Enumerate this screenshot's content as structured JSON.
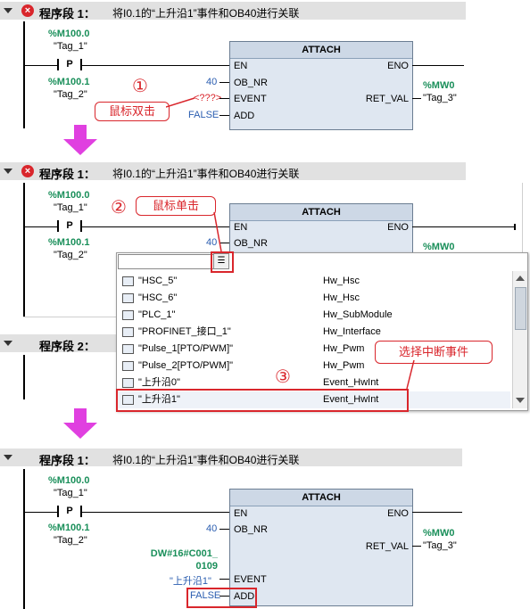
{
  "seg1": {
    "label": "程序段 1：",
    "title": "将I0.1的“上升沿1”事件和OB40进行关联"
  },
  "seg2": {
    "label": "程序段 1：",
    "title": "将I0.1的“上升沿1”事件和OB40进行关联"
  },
  "seg3": {
    "label": "程序段 2：",
    "title": ""
  },
  "seg4": {
    "label": "程序段 1：",
    "title": "将I0.1的“上升沿1”事件和OB40进行关联"
  },
  "tags": {
    "m1000_addr": "%M100.0",
    "m1000_name": "\"Tag_1\"",
    "m1001_addr": "%M100.1",
    "m1001_name": "\"Tag_2\"",
    "mw0_addr": "%MW0",
    "mw0_name": "\"Tag_3\"",
    "contact": "P"
  },
  "block": {
    "title": "ATTACH",
    "en": "EN",
    "eno": "ENO",
    "ob_nr": "OB_NR",
    "event": "EVENT",
    "add": "ADD",
    "ret_val": "RET_VAL",
    "ob_val": "40",
    "event_placeholder": "<???>",
    "add_val": "FALSE",
    "event_hex": "DW#16#C001_\n0109",
    "event_sel": "\"上升沿1\""
  },
  "annotations": {
    "n1": "①",
    "n2": "②",
    "n3": "③",
    "c1": "鼠标双击",
    "c2": "鼠标单击",
    "c3": "选择中断事件"
  },
  "dropdown": {
    "items": [
      {
        "name": "\"HSC_5\"",
        "type": "Hw_Hsc"
      },
      {
        "name": "\"HSC_6\"",
        "type": "Hw_Hsc"
      },
      {
        "name": "\"PLC_1\"",
        "type": "Hw_SubModule"
      },
      {
        "name": "\"PROFINET_接口_1\"",
        "type": "Hw_Interface"
      },
      {
        "name": "\"Pulse_1[PTO/PWM]\"",
        "type": "Hw_Pwm"
      },
      {
        "name": "\"Pulse_2[PTO/PWM]\"",
        "type": "Hw_Pwm"
      },
      {
        "name": "\"上升沿0\"",
        "type": "Event_HwInt"
      },
      {
        "name": "\"上升沿1\"",
        "type": "Event_HwInt"
      }
    ]
  },
  "colors": {
    "accent_red": "#d9262c",
    "tag_green": "#1a8f5a",
    "arrow_magenta": "#e040e0",
    "value_blue": "#2a5db0"
  }
}
